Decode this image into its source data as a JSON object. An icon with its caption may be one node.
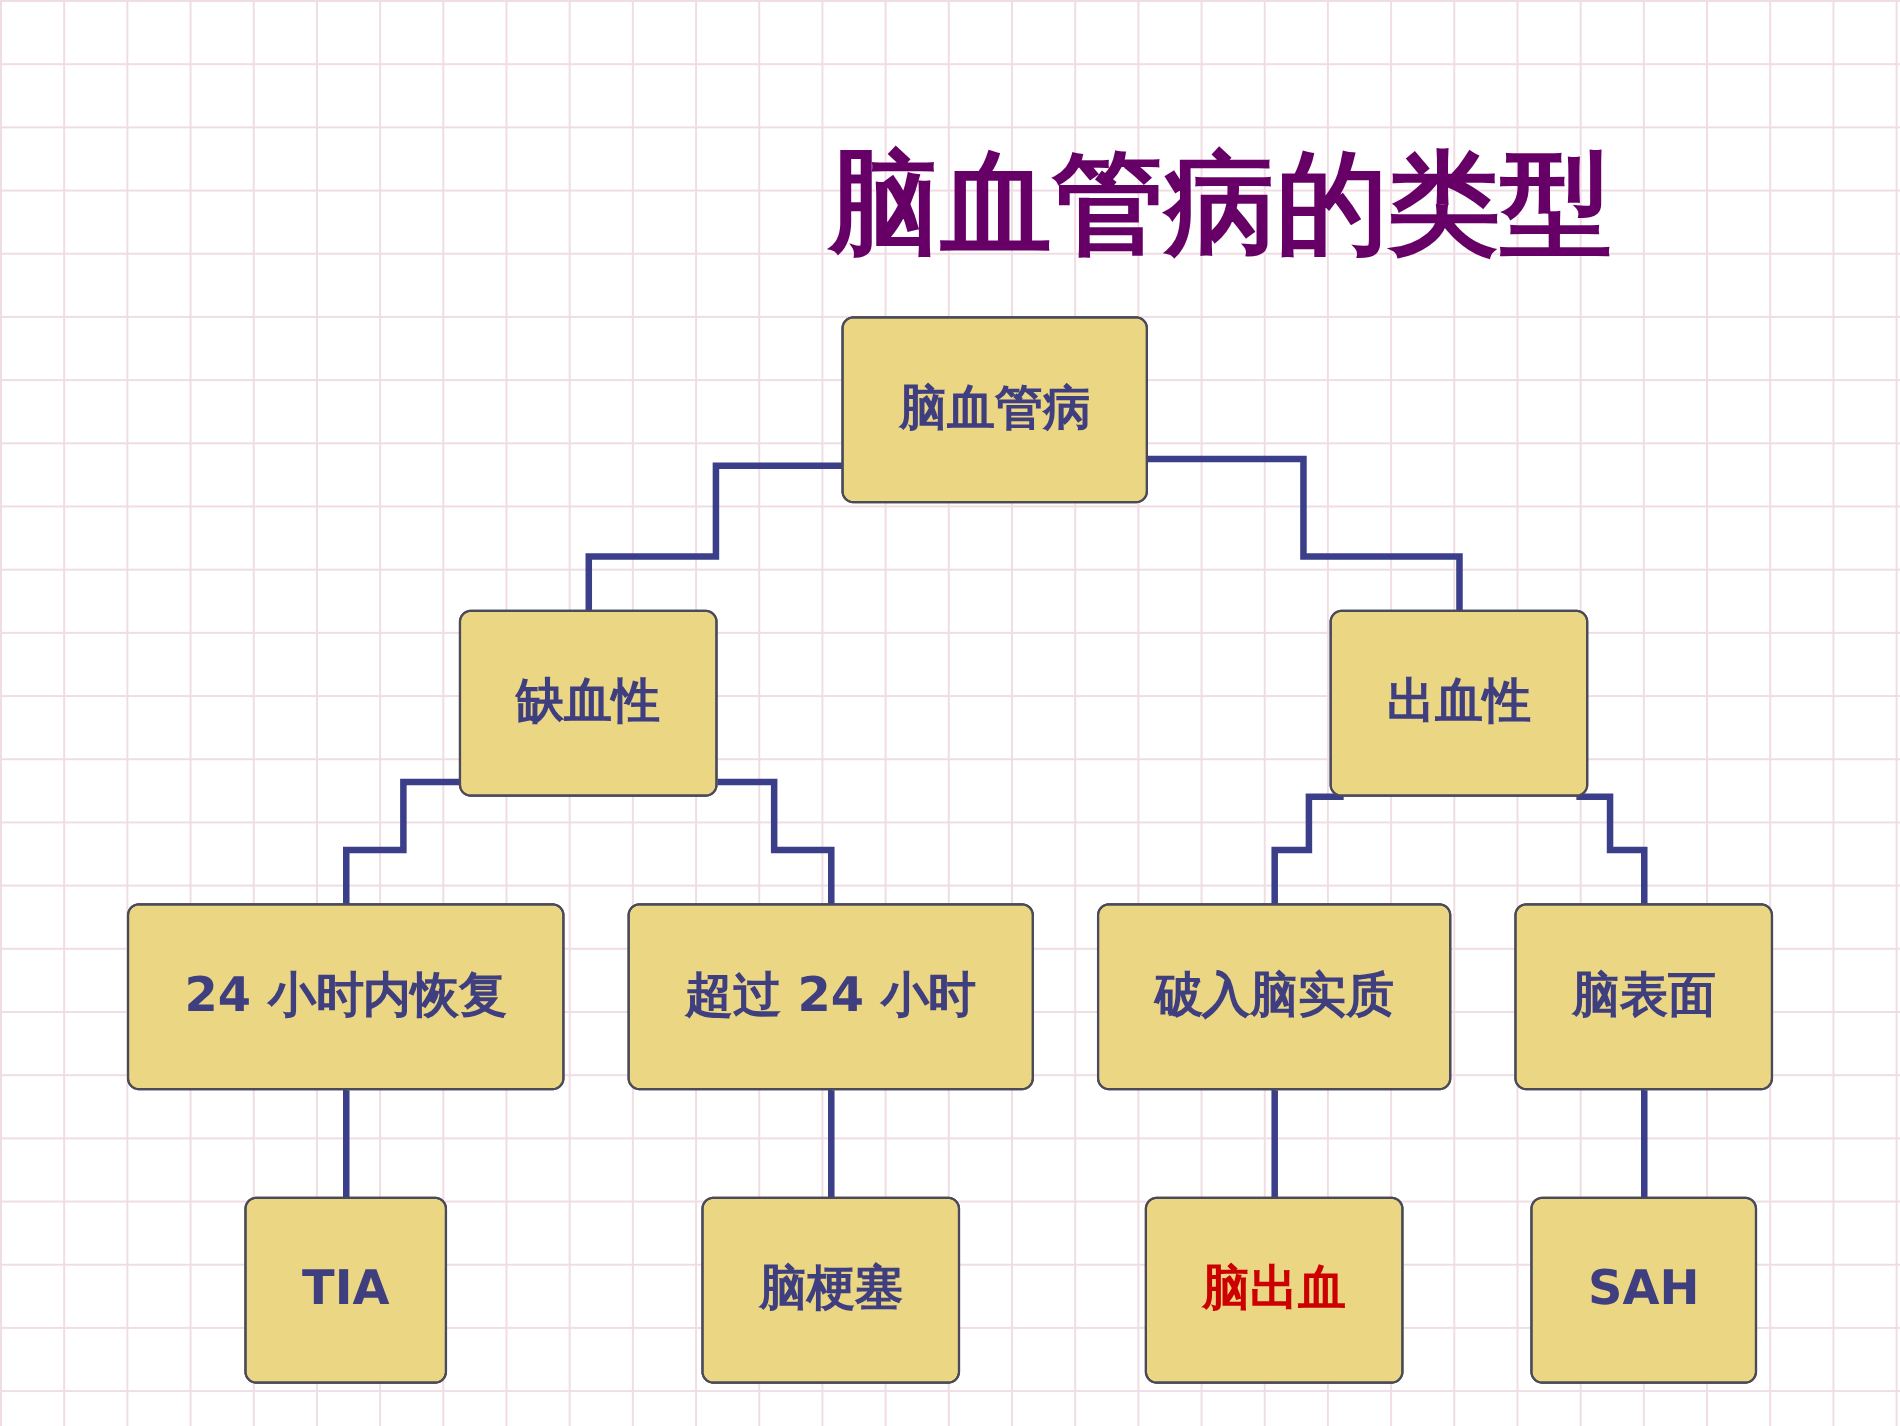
{
  "diagram": {
    "title": "脑血管病的类型",
    "nodes": [
      {
        "text": [
          "脑血管病"
        ]
      },
      {
        "text": [
          "缺血性"
        ]
      },
      {
        "text": [
          "出血性"
        ]
      },
      {
        "text": [
          "24 小时内恢复"
        ]
      },
      {
        "text": [
          "超过 24 小时"
        ]
      },
      {
        "text": [
          "破入脑实质"
        ]
      },
      {
        "text": [
          "脑表面"
        ]
      },
      {
        "text": [
          "TIA"
        ]
      },
      {
        "text": [
          "脑梗塞"
        ]
      },
      {
        "text": [
          "脑出血"
        ]
      },
      {
        "text": [
          "SAH"
        ]
      }
    ],
    "edges": [
      {
        "from": 0,
        "to": 1,
        "arrow": "none"
      },
      {
        "from": 0,
        "to": 2,
        "arrow": "none"
      },
      {
        "from": 1,
        "to": 3,
        "arrow": "none"
      },
      {
        "from": 1,
        "to": 4,
        "arrow": "none"
      },
      {
        "from": 2,
        "to": 5,
        "arrow": "none"
      },
      {
        "from": 2,
        "to": 6,
        "arrow": "none"
      },
      {
        "from": 3,
        "to": 7,
        "arrow": "none"
      },
      {
        "from": 4,
        "to": 8,
        "arrow": "none"
      },
      {
        "from": 5,
        "to": 9,
        "arrow": "none"
      },
      {
        "from": 6,
        "to": 10,
        "arrow": "none"
      }
    ]
  }
}
